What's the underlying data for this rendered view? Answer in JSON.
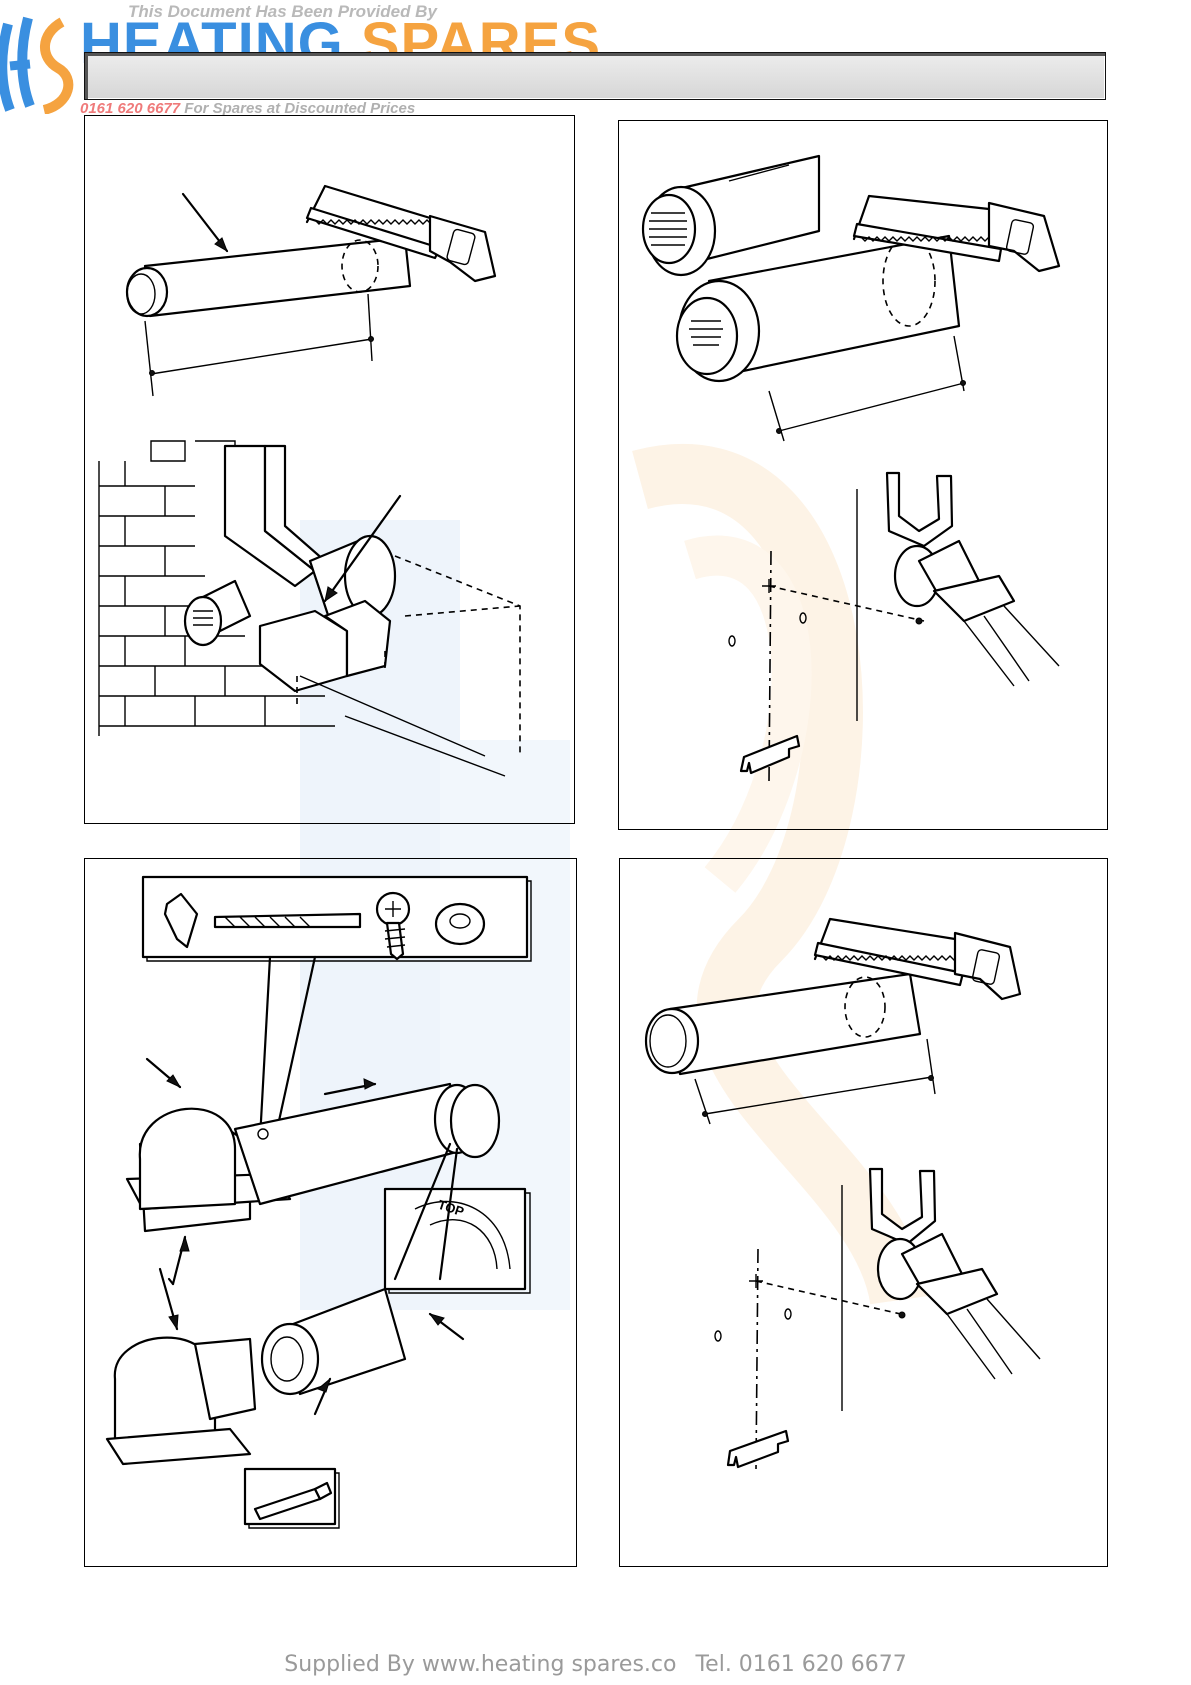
{
  "watermark": {
    "provided_by": "This Document Has Been Provided By",
    "brand_part1": "HEATING",
    "brand_part2": "SPARES",
    "phone": "0161 620 6677",
    "discount_text": "For Spares at Discounted Prices",
    "colors": {
      "blue": "#3a8fe0",
      "orange": "#f5a340",
      "red": "#ef7a7a"
    }
  },
  "header_bar": {
    "text": ""
  },
  "figures": [
    {
      "id": "panel-1",
      "content": "cut flue duct to length; terminal assembly fitted to wall"
    },
    {
      "id": "panel-2",
      "content": "cut air and flue ducts to length; mark fixing holes and bracket"
    },
    {
      "id": "panel-3",
      "content": "drill, screw and seal; elbow assembly; TOP marking detail"
    },
    {
      "id": "panel-4",
      "content": "cut duct to length; mark fixing holes and bracket"
    }
  ],
  "inset_label": "TOP",
  "footer": {
    "supplied_by": "Supplied By www.heating spares.co",
    "tel": "Tel. 0161 620 6677"
  }
}
